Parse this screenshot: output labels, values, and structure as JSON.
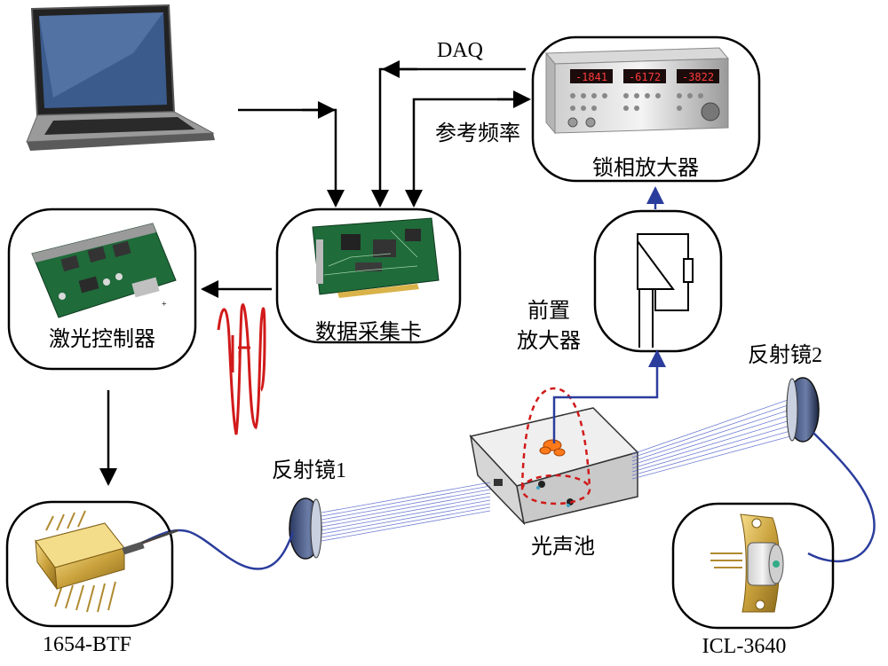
{
  "labels": {
    "daq": "DAQ",
    "reference_frequency": "参考频率",
    "lockin_amplifier": "锁相放大器",
    "daq_card": "数据采集卡",
    "laser_controller": "激光控制器",
    "preamplifier_line1": "前置",
    "preamplifier_line2": "放大器",
    "mirror2": "反射镜2",
    "mirror1": "反射镜1",
    "photoacoustic_cell": "光声池",
    "laser_1654": "1654-BTF",
    "laser_icl": "ICL-3640"
  },
  "lockin_display": {
    "readout1": "-1841",
    "readout2": "-6172",
    "readout3": "-3822"
  },
  "colors": {
    "signal_path": "#2b3d9c",
    "beam": "#5566cc",
    "modulation": "#d11a1a",
    "cell_outline": "#d11a1a",
    "frame": "#000000"
  }
}
